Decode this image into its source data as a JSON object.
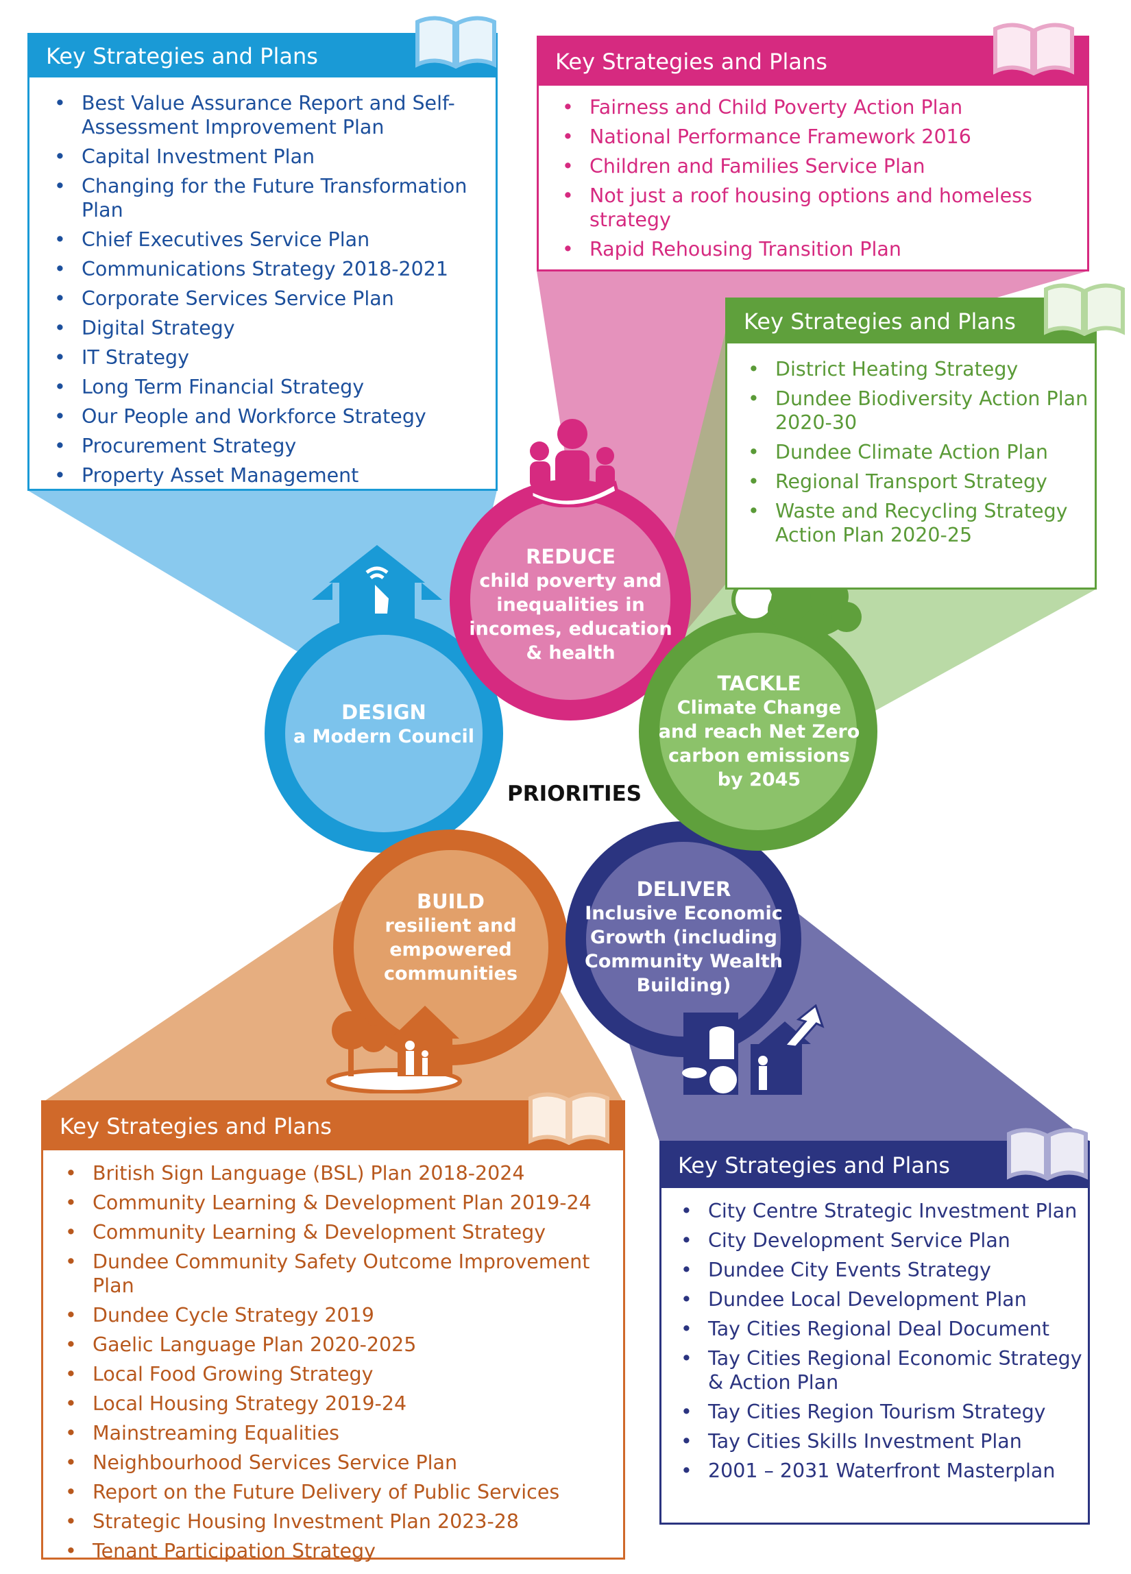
{
  "center_label": "PRIORITIES",
  "priorities": {
    "reduce": {
      "title": "REDUCE",
      "lines": [
        "child poverty and",
        "inequalities in",
        "incomes, education",
        "& health"
      ]
    },
    "design": {
      "title": "DESIGN",
      "lines": [
        "a Modern Council"
      ]
    },
    "tackle": {
      "title": "TACKLE",
      "lines": [
        "Climate Change",
        "and reach Net Zero",
        "carbon emissions",
        "by 2045"
      ]
    },
    "build": {
      "title": "BUILD",
      "lines": [
        "resilient and",
        "empowered",
        "communities"
      ]
    },
    "deliver": {
      "title": "DELIVER",
      "lines": [
        "Inclusive Economic",
        "Growth (including",
        "Community Wealth",
        "Building)"
      ]
    }
  },
  "panels": {
    "design": {
      "heading": "Key Strategies and Plans",
      "items": [
        "Best Value Assurance Report and Self-Assessment Improvement Plan",
        "Capital Investment Plan",
        "Changing for the Future Transformation Plan",
        "Chief Executives Service Plan",
        "Communications Strategy 2018-2021",
        "Corporate Services Service Plan",
        "Digital Strategy",
        "IT Strategy",
        "Long Term Financial Strategy",
        "Our People and Workforce Strategy",
        "Procurement Strategy",
        "Property Asset Management"
      ]
    },
    "reduce": {
      "heading": "Key Strategies and Plans",
      "items": [
        "Fairness and Child Poverty Action Plan",
        "National Performance Framework 2016",
        "Children and Families Service Plan",
        "Not just a roof housing options and homeless strategy",
        "Rapid Rehousing Transition Plan"
      ]
    },
    "tackle": {
      "heading": "Key Strategies and Plans",
      "items": [
        "District Heating Strategy",
        "Dundee Biodiversity Action Plan 2020-30",
        "Dundee Climate Action Plan",
        "Regional Transport Strategy",
        "Waste and Recycling Strategy Action Plan 2020-25"
      ]
    },
    "build": {
      "heading": "Key Strategies and Plans",
      "items": [
        "British Sign Language (BSL) Plan 2018-2024",
        "Community Learning & Development Plan 2019-24",
        "Community Learning & Development Strategy",
        "Dundee Community Safety Outcome Improvement Plan",
        "Dundee Cycle Strategy 2019",
        "Gaelic Language Plan 2020-2025",
        "Local Food Growing Strategy",
        "Local Housing Strategy 2019-24",
        "Mainstreaming Equalities",
        "Neighbourhood Services Service Plan",
        "Report on the Future Delivery of Public Services",
        "Strategic Housing Investment Plan 2023-28",
        "Tenant Participation Strategy"
      ]
    },
    "deliver": {
      "heading": "Key Strategies and Plans",
      "items": [
        "City Centre Strategic Investment Plan",
        "City Development Service Plan",
        "Dundee City Events Strategy",
        "Dundee Local Development Plan",
        "Tay Cities Regional Deal Document",
        "Tay Cities Regional Economic Strategy & Action Plan",
        "Tay Cities Region Tourism Strategy",
        "Tay Cities Skills Investment Plan",
        "2001 – 2031 Waterfront Masterplan"
      ]
    }
  },
  "colors": {
    "blue": "#1a9ad6",
    "blue_text": "#1c4f9c",
    "blue_fill": "#7cc3ec",
    "pink": "#d62a80",
    "pink_fill": "#e17fb0",
    "green": "#5fa03c",
    "green_text": "#5a9a37",
    "green_fill": "#8cc26a",
    "orange": "#d0692a",
    "orange_text": "#b8581d",
    "orange_fill": "#e2a06a",
    "navy": "#2b3480",
    "navy_fill": "#6a6aa8"
  }
}
